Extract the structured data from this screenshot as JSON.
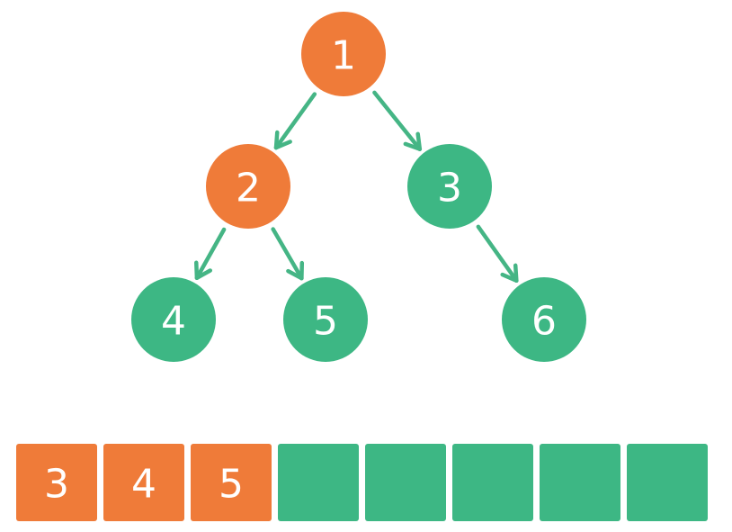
{
  "colors": {
    "visited": "#ef7b39",
    "pending": "#3db784",
    "edge": "#45b585",
    "text": "#ffffff"
  },
  "tree": {
    "nodes": [
      {
        "id": 1,
        "label": "1",
        "state": "visited"
      },
      {
        "id": 2,
        "label": "2",
        "state": "visited"
      },
      {
        "id": 3,
        "label": "3",
        "state": "pending"
      },
      {
        "id": 4,
        "label": "4",
        "state": "pending"
      },
      {
        "id": 5,
        "label": "5",
        "state": "pending"
      },
      {
        "id": 6,
        "label": "6",
        "state": "pending"
      }
    ],
    "edges": [
      {
        "from": 1,
        "to": 2
      },
      {
        "from": 1,
        "to": 3
      },
      {
        "from": 2,
        "to": 4
      },
      {
        "from": 2,
        "to": 5
      },
      {
        "from": 3,
        "to": 6
      }
    ]
  },
  "queue": {
    "cells": [
      {
        "label": "3",
        "state": "visited"
      },
      {
        "label": "4",
        "state": "visited"
      },
      {
        "label": "5",
        "state": "visited"
      },
      {
        "label": "",
        "state": "pending"
      },
      {
        "label": "",
        "state": "pending"
      },
      {
        "label": "",
        "state": "pending"
      },
      {
        "label": "",
        "state": "pending"
      },
      {
        "label": "",
        "state": "pending"
      }
    ]
  }
}
